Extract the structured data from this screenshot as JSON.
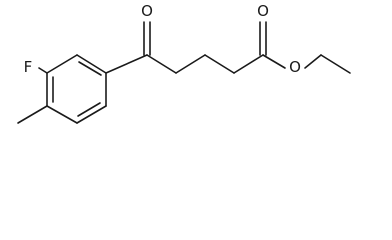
{
  "molecule": {
    "atoms": {
      "fluorine": "F",
      "ketone_oxygen": "O",
      "carbonyl_oxygen": "O",
      "ester_oxygen": "O"
    }
  }
}
